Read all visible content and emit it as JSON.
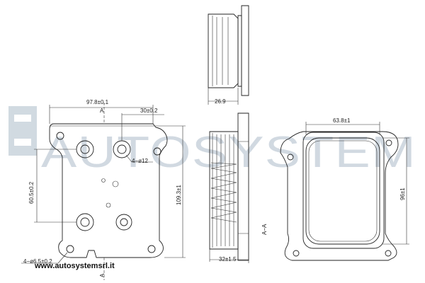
{
  "watermark": {
    "text": "AUTOSYSTEM",
    "color": "#c9d3dc"
  },
  "website": "www.autosystemsrl.it",
  "front_view": {
    "width_total": "97.8±0.1",
    "offset_right": "30±0.2",
    "hole_spacing_vertical": "60.5±0.2",
    "height_total": "109.3±1",
    "ports": "4−ø12",
    "mount_holes": "4−ø6.5±0.2",
    "section_mark": "A"
  },
  "side_view": {
    "top_depth": "26.9",
    "bottom_depth": "32±1.5",
    "section_label": "A−A"
  },
  "gasket_view": {
    "inner_width": "63.8±1",
    "inner_height": "96±1"
  }
}
